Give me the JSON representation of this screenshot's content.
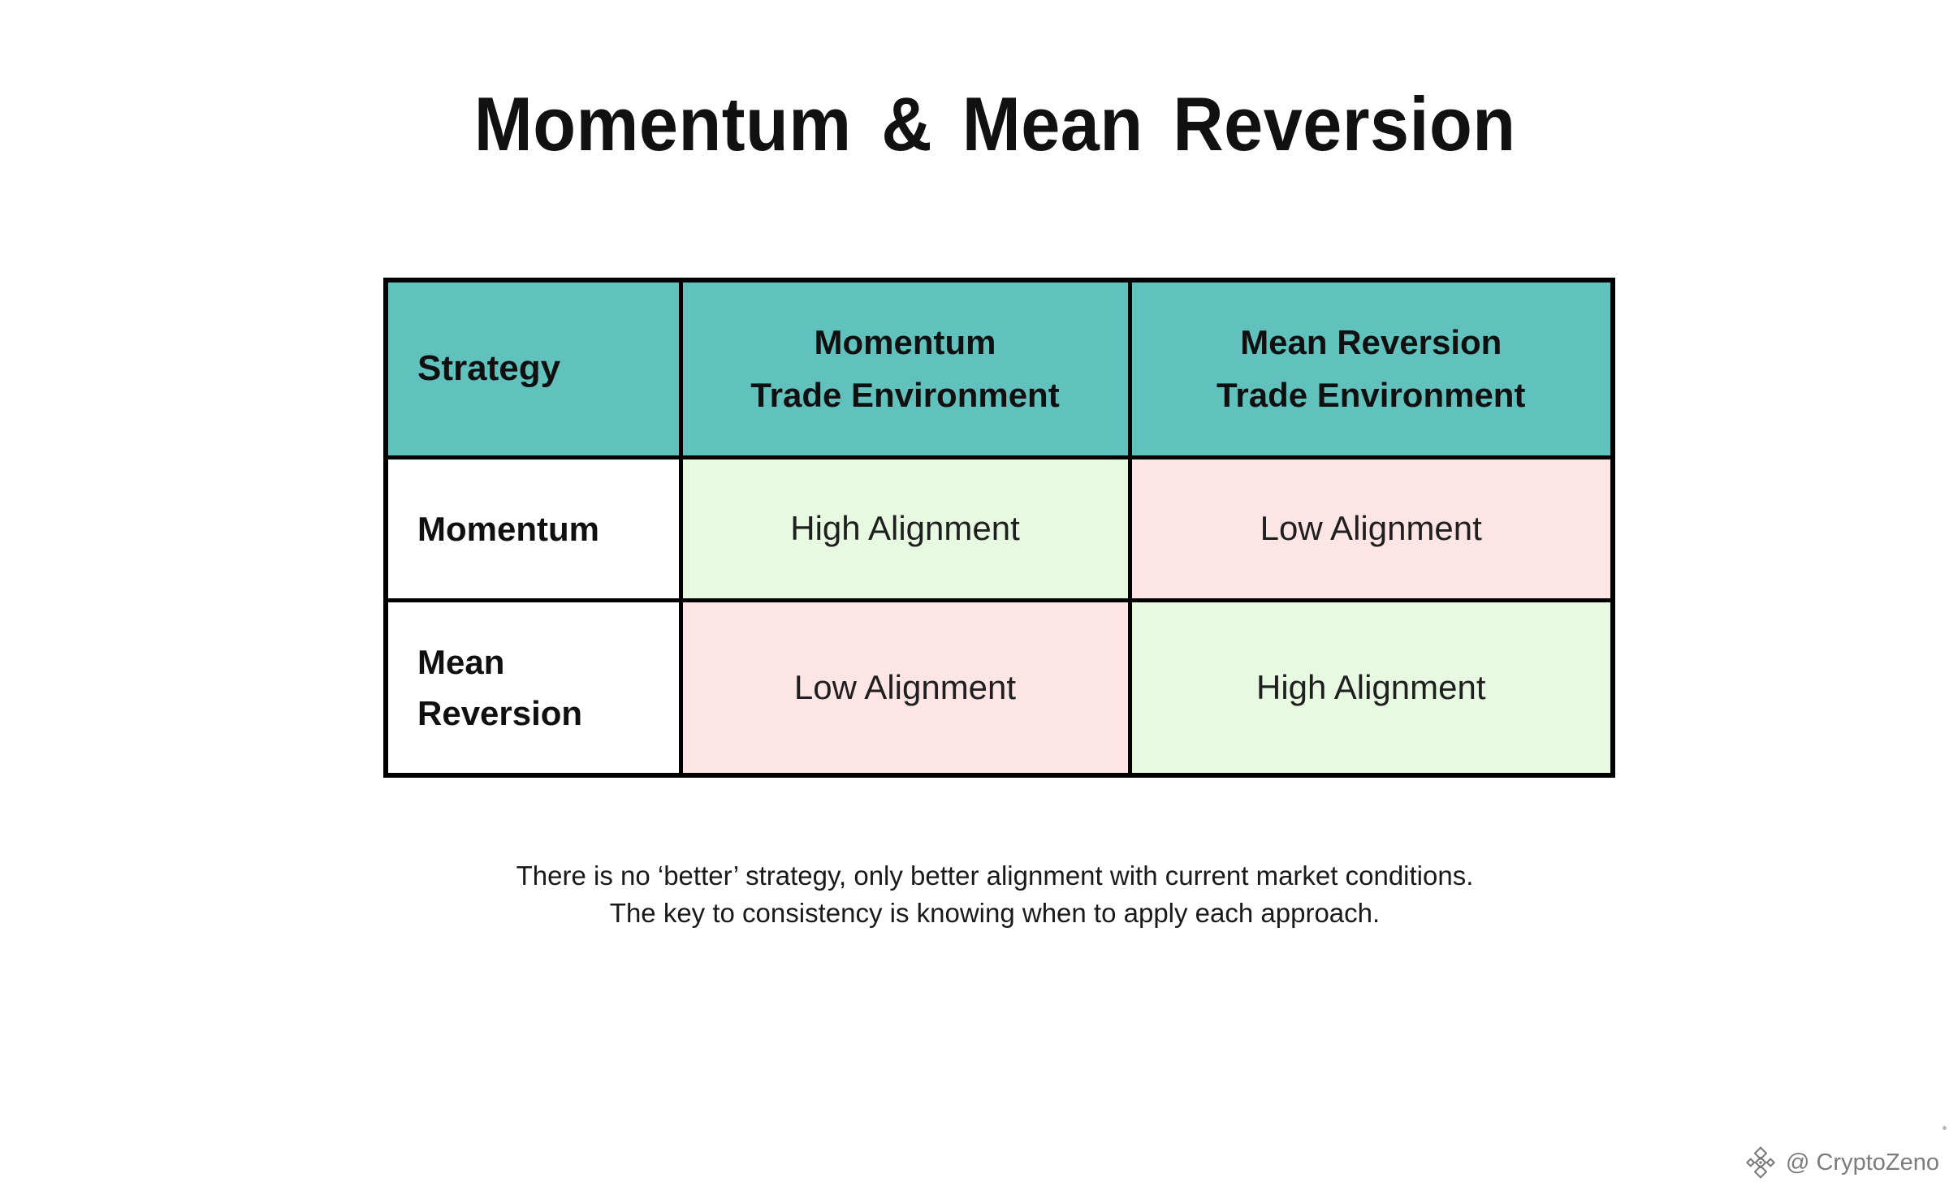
{
  "page": {
    "title": "Momentum & Mean Reversion"
  },
  "colors": {
    "page-bg": "#ffffff",
    "title-text": "#111111",
    "body-text": "#1a1a1a",
    "header-bg": "#61c1bd",
    "high-bg": "#e7fae1",
    "low-bg": "#fce5e4",
    "border": "#000000",
    "watermark": "#7c7c7c"
  },
  "chart_data": {
    "type": "table",
    "title": "Momentum & Mean Reversion",
    "columns": [
      "Strategy",
      "Momentum Trade Environment",
      "Mean Reversion Trade Environment"
    ],
    "rows": [
      [
        "Momentum",
        "High Alignment",
        "Low Alignment"
      ],
      [
        "Mean Reversion",
        "Low Alignment",
        "High Alignment"
      ]
    ],
    "cell_tones": [
      [
        "plain",
        "high",
        "low"
      ],
      [
        "plain",
        "low",
        "high"
      ]
    ],
    "legend_position": "none",
    "grid": true
  },
  "table": {
    "header": {
      "col0": "Strategy",
      "col1": "Momentum\nTrade Environment",
      "col2": "Mean Reversion\nTrade Environment"
    },
    "rows": [
      {
        "label": "Momentum",
        "cells": [
          {
            "text": "High Alignment",
            "tone": "high"
          },
          {
            "text": "Low Alignment",
            "tone": "low"
          }
        ]
      },
      {
        "label": "Mean\nReversion",
        "cells": [
          {
            "text": "Low Alignment",
            "tone": "low"
          },
          {
            "text": "High Alignment",
            "tone": "high"
          }
        ]
      }
    ]
  },
  "footer": {
    "line1": "There is no ‘better’ strategy, only better alignment with current market conditions.",
    "line2": "The key to consistency is knowing when to apply each approach."
  },
  "watermark": {
    "icon": "diamond-logo-icon",
    "handle": "@ CryptoZeno"
  }
}
